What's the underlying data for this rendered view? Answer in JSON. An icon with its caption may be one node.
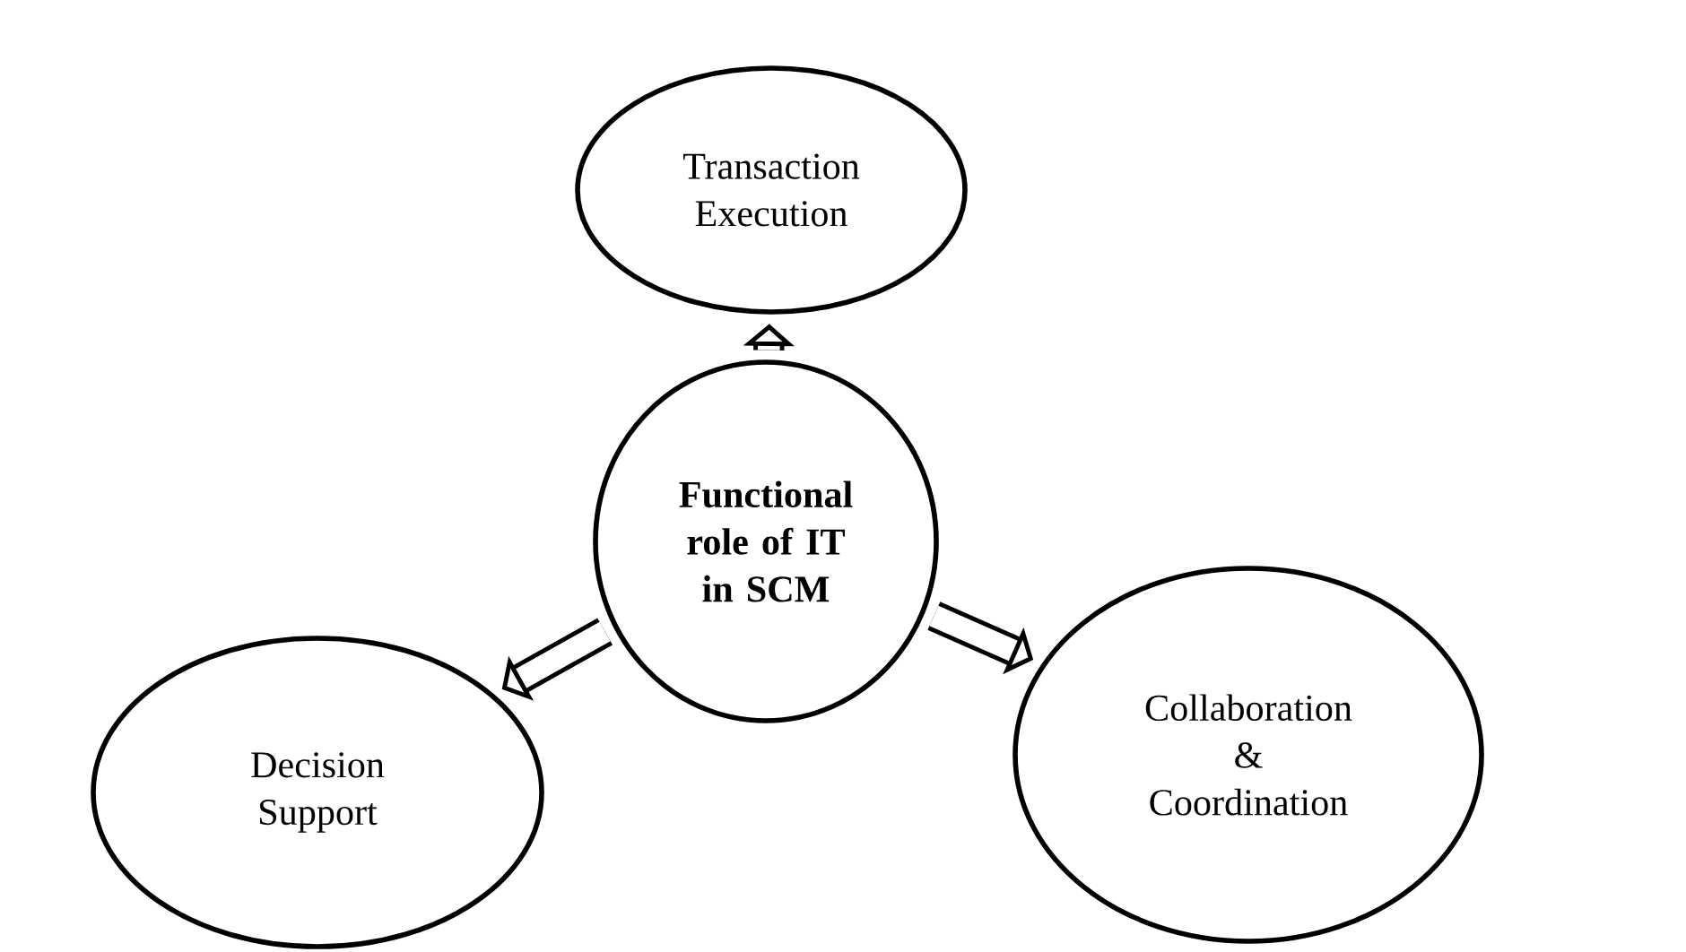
{
  "diagram": {
    "nodes": [
      {
        "text": [
          "Transaction Execution"
        ]
      },
      {
        "text": [
          "**Functional role of IT in SCM**"
        ]
      },
      {
        "text": [
          "Decision Support"
        ]
      },
      {
        "text": [
          "Collaboration & Coordination"
        ]
      }
    ],
    "edges": [
      {
        "from": 1,
        "to": 0,
        "arrow": "to"
      },
      {
        "from": 1,
        "to": 2,
        "arrow": "to"
      },
      {
        "from": 1,
        "to": 3,
        "arrow": "to"
      }
    ]
  }
}
